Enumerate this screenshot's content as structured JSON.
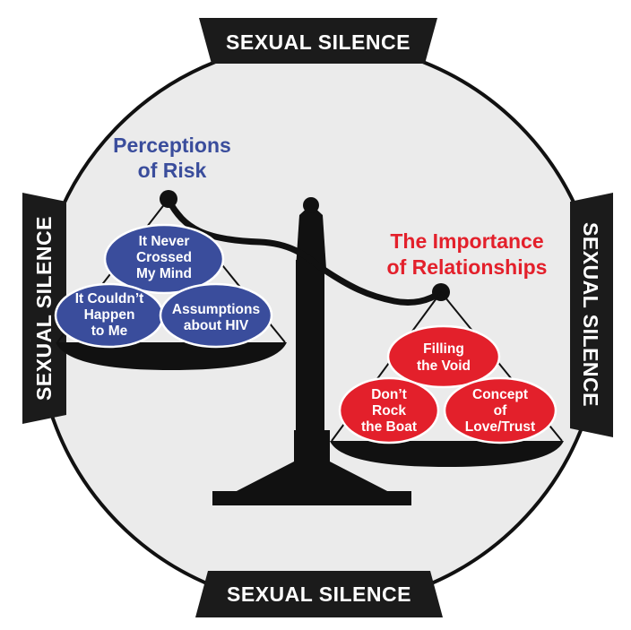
{
  "banners": {
    "top": "SEXUAL SILENCE",
    "bottom": "SEXUAL SILENCE",
    "left": "SEXUAL SILENCE",
    "right": "SEXUAL SILENCE"
  },
  "left_pan": {
    "title_line1": "Perceptions",
    "title_line2": "of Risk",
    "color": "#3a4d9c",
    "bubbles": {
      "top": [
        "It Never",
        "Crossed",
        "My Mind"
      ],
      "left": [
        "It Couldn’t",
        "Happen",
        "to Me"
      ],
      "right": [
        "Assumptions",
        "about HIV"
      ]
    }
  },
  "right_pan": {
    "title_line1": "The Importance",
    "title_line2": "of Relationships",
    "color": "#e3202b",
    "bubbles": {
      "top": [
        "Filling",
        "the Void"
      ],
      "left": [
        "Don’t",
        "Rock",
        "the Boat"
      ],
      "right": [
        "Concept",
        "of",
        "Love/Trust"
      ]
    }
  }
}
